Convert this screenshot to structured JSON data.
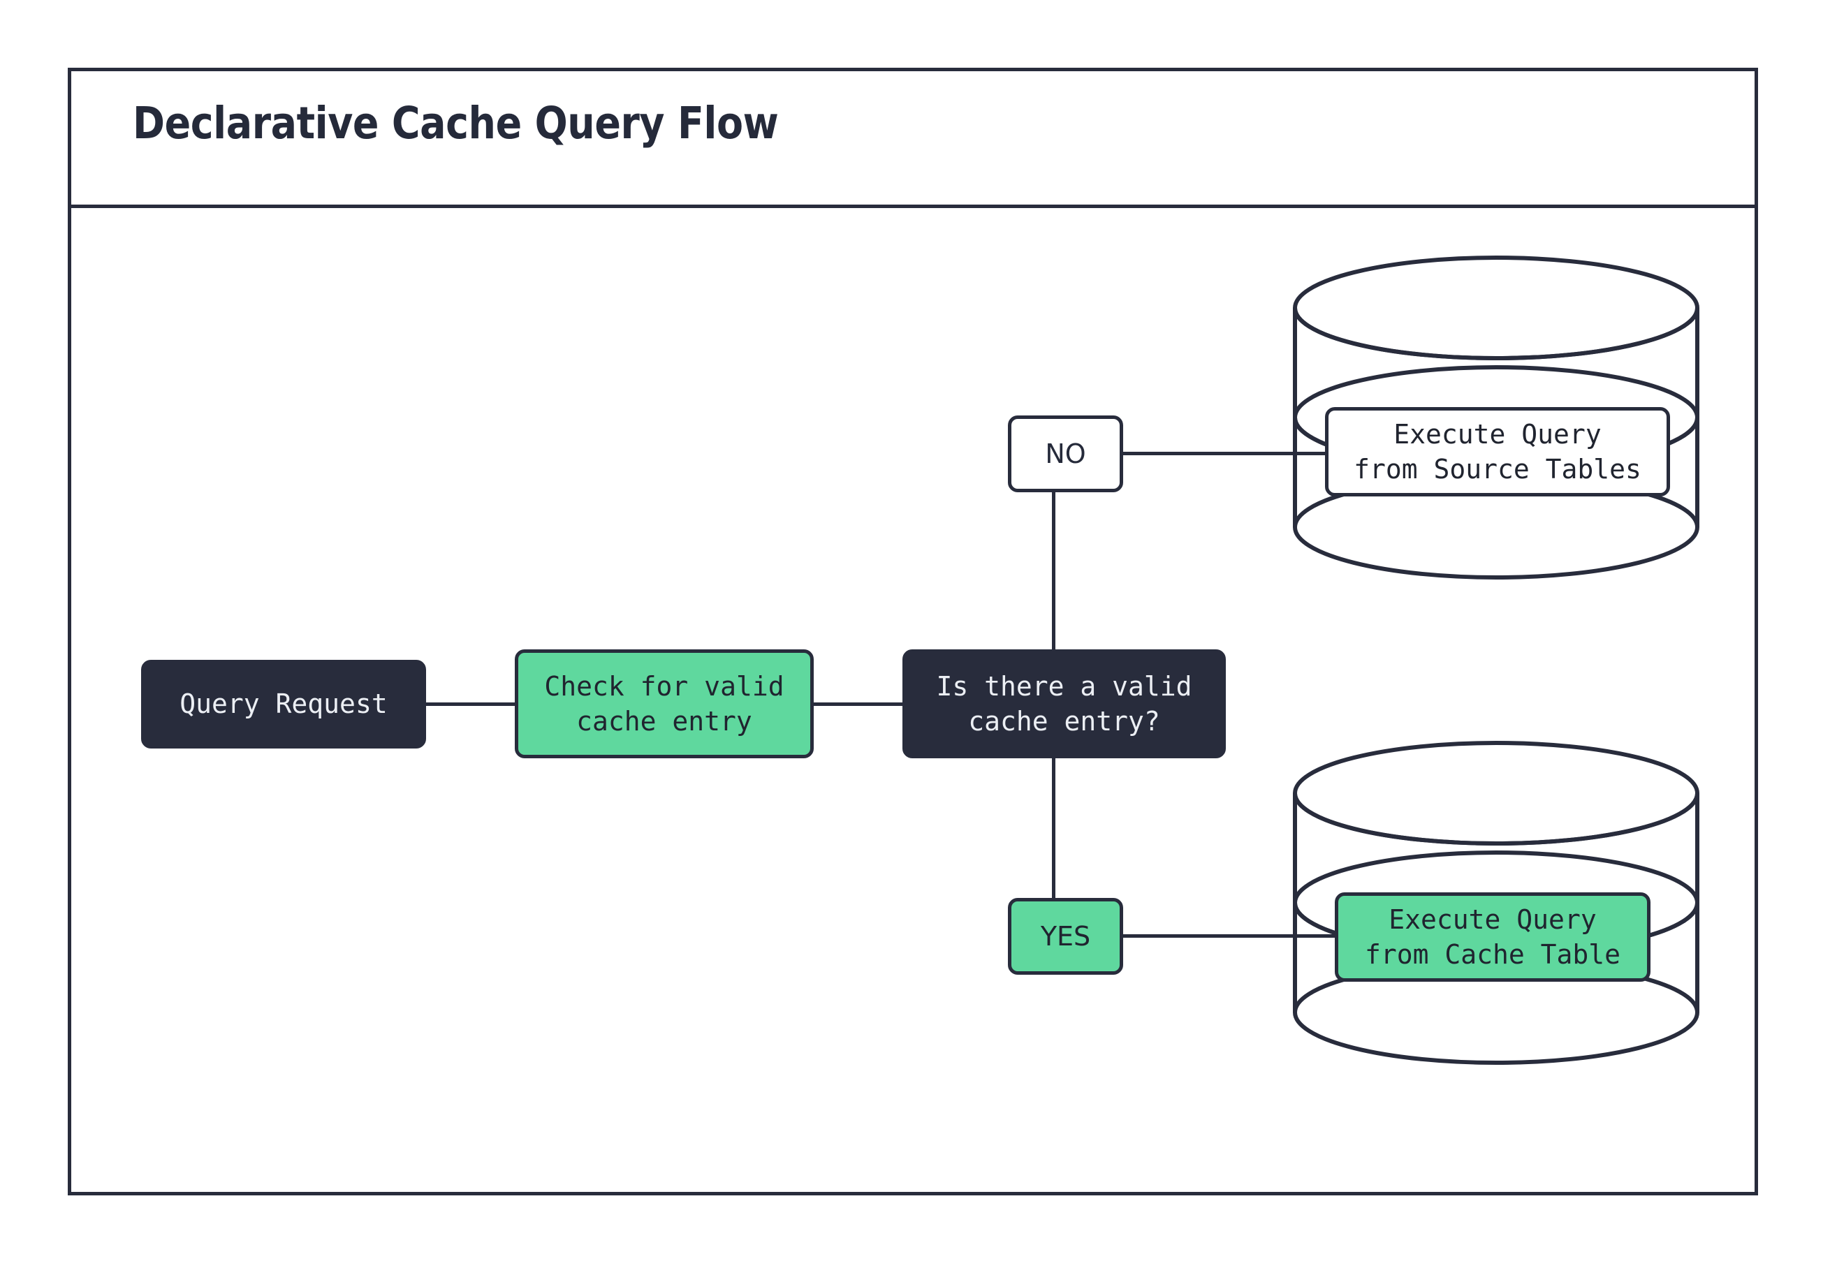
{
  "diagram": {
    "title": "Declarative Cache Query Flow",
    "type": "flowchart",
    "colors": {
      "dark": "#282c3c",
      "green": "#5fd89e",
      "white": "#ffffff",
      "text_light": "#eceff4",
      "text_dark": "#20242f"
    },
    "nodes": {
      "query_request": {
        "label": "Query Request",
        "style": "dark-rounded-rect"
      },
      "check_cache": {
        "label": "Check for valid\ncache entry",
        "style": "green-rounded-rect"
      },
      "decision": {
        "label": "Is there a valid\ncache entry?",
        "style": "dark-rounded-rect"
      },
      "branch_no": {
        "label": "NO",
        "style": "white-rounded-rect"
      },
      "branch_yes": {
        "label": "YES",
        "style": "green-rounded-rect"
      },
      "source_db": {
        "label": "Execute Query\nfrom Source Tables",
        "style": "white-rounded-rect-on-cylinder",
        "shape": "database-cylinder"
      },
      "cache_db": {
        "label": "Execute Query\nfrom Cache Table",
        "style": "green-rounded-rect-on-cylinder",
        "shape": "database-cylinder"
      }
    },
    "edges": [
      {
        "from": "query_request",
        "to": "check_cache",
        "label": ""
      },
      {
        "from": "check_cache",
        "to": "decision",
        "label": ""
      },
      {
        "from": "decision",
        "to": "branch_no",
        "label": ""
      },
      {
        "from": "branch_no",
        "to": "source_db",
        "label": ""
      },
      {
        "from": "decision",
        "to": "branch_yes",
        "label": ""
      },
      {
        "from": "branch_yes",
        "to": "cache_db",
        "label": ""
      }
    ]
  }
}
